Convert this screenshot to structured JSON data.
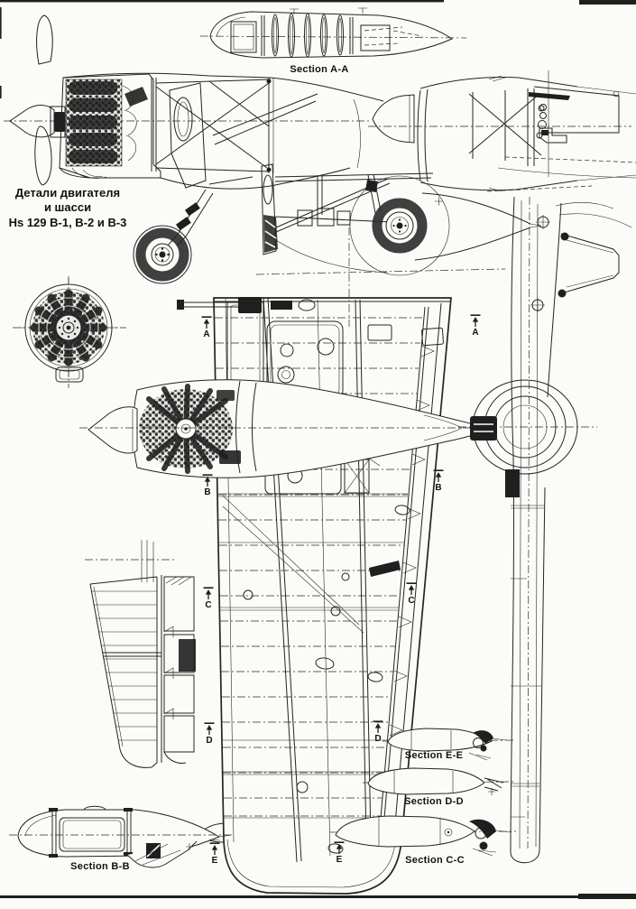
{
  "palette": {
    "paper": "#fbfbf8",
    "ink": "#242424",
    "dark_fill": "#1f1f1f"
  },
  "title_block": {
    "line1": "Детали двигателя",
    "line2": "и шасси",
    "line3": "Hs 129 B-1, B-2 и B-3"
  },
  "section_labels": {
    "a": "Section A-A",
    "b": "Section B-B",
    "c": "Section C-C",
    "d": "Section D-D",
    "e": "Section E-E"
  },
  "cut_markers": [
    {
      "label": "A"
    },
    {
      "label": "A"
    },
    {
      "label": "B"
    },
    {
      "label": "B"
    },
    {
      "label": "C"
    },
    {
      "label": "C"
    },
    {
      "label": "D"
    },
    {
      "label": "D"
    },
    {
      "label": "E"
    },
    {
      "label": "E"
    }
  ]
}
